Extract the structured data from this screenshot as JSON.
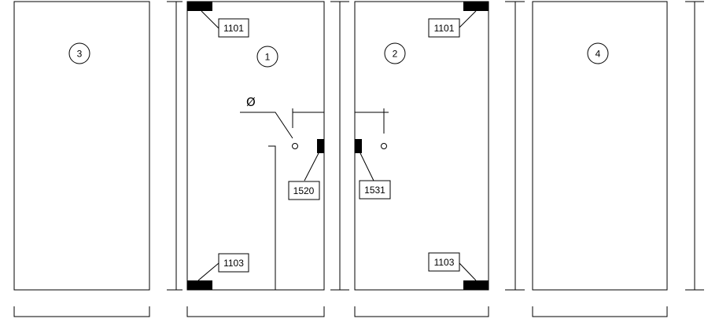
{
  "panels": [
    {
      "id": "panel-3",
      "number": "3"
    },
    {
      "id": "panel-1",
      "number": "1"
    },
    {
      "id": "panel-2",
      "number": "2"
    },
    {
      "id": "panel-4",
      "number": "4"
    }
  ],
  "parts": {
    "top_hinge": "1101",
    "bottom_hinge": "1103",
    "lock_left": "1520",
    "strike_right": "1531"
  },
  "symbols": {
    "diameter": "Ø"
  }
}
